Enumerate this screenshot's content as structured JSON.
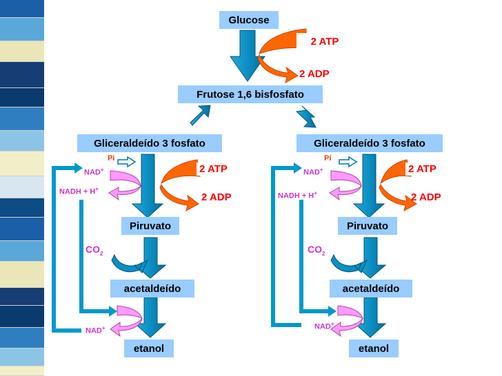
{
  "colors": {
    "box": "#99ccff",
    "arrow": "#0099cc",
    "atp_shape": "#ff6600",
    "nad_shape": "#ff99ff",
    "label_red": "#ff0000",
    "label_magenta": "#cc33cc"
  },
  "top": {
    "glucose": "Glucose",
    "atp": "2 ATP",
    "adp": "2 ADP",
    "fructose": "Frutose 1,6 bisfosfato"
  },
  "left": {
    "g3p": "Gliceraldeído 3 fosfato",
    "pi": "Pi",
    "nad": "NAD",
    "nad_charge": "+",
    "nadh": "NADH +  H",
    "h_charge": "+",
    "atp": "2 ATP",
    "adp": "2 ADP",
    "pyruvate": "Piruvato",
    "co2": "CO",
    "co2_sub": "2",
    "acetaldehyde": "acetaldeído",
    "nad2": "NAD",
    "nad2_charge": "+",
    "ethanol": "etanol"
  },
  "right": {
    "g3p": "Gliceraldeído 3 fosfato",
    "pi": "Pi",
    "nad": "NAD",
    "nad_charge": "+",
    "nadh": "NADH +  H",
    "h_charge": "+",
    "atp": "2 ATP",
    "adp": "2 ADP",
    "pyruvate": "Piruvato",
    "co2": "CO",
    "co2_sub": "2",
    "acetaldehyde": "acetaldeído",
    "nad2": "NAD",
    "nad2_charge": "+",
    "ethanol": "etanol"
  }
}
